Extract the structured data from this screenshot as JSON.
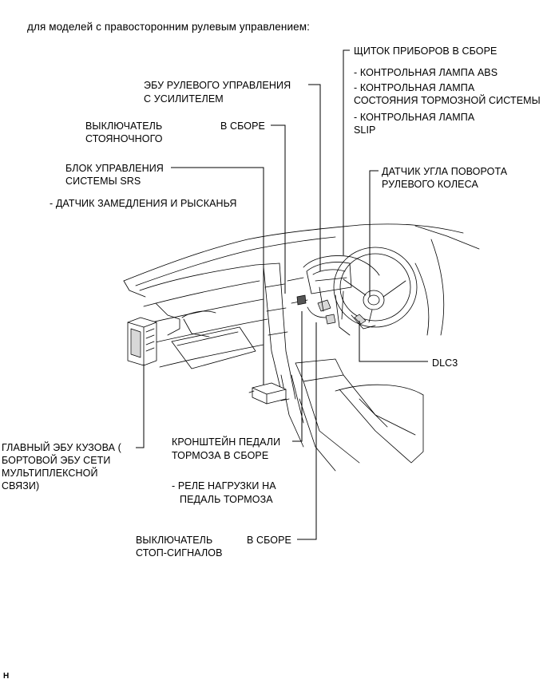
{
  "header": "для моделей с правосторонним рулевым управлением:",
  "labels": {
    "instrument_cluster": "ЩИТОК ПРИБОРОВ В СБОРЕ",
    "abs_lamp": "- КОНТРОЛЬНАЯ ЛАМПА ABS",
    "brake_lamp_1": "- КОНТРОЛЬНАЯ ЛАМПА",
    "brake_lamp_2": "СОСТОЯНИЯ ТОРМОЗНОЙ СИСТЕМЫ",
    "slip_lamp_1": "- КОНТРОЛЬНАЯ ЛАМПА",
    "slip_lamp_2": "SLIP",
    "power_steering_1": "ЭБУ РУЛЕВОГО УПРАВЛЕНИЯ",
    "power_steering_2": "С УСИЛИТЕЛЕМ",
    "parking_switch_1": "ВЫКЛЮЧАТЕЛЬ",
    "parking_switch_2": "СТОЯНОЧНОГО",
    "parking_switch_3": "В СБОРЕ",
    "steering_sensor_1": "ДАТЧИК УГЛА ПОВОРОТА",
    "steering_sensor_2": "РУЛЕВОГО КОЛЕСА",
    "srs_unit_1": "БЛОК УПРАВЛЕНИЯ",
    "srs_unit_2": "СИСТЕМЫ SRS",
    "yaw_sensor": "- ДАТЧИК ЗАМЕДЛЕНИЯ И РЫСКАНЬЯ",
    "dlc3": "DLC3",
    "body_ecu_1": "ГЛАВНЫЙ ЭБУ КУЗОВА (",
    "body_ecu_2": "БОРТОВОЙ ЭБУ СЕТИ",
    "body_ecu_3": "МУЛЬТИПЛЕКСНОЙ",
    "body_ecu_4": "СВЯЗИ)",
    "pedal_bracket_1": "КРОНШТЕЙН ПЕДАЛИ",
    "pedal_bracket_2": "ТОРМОЗА В СБОРЕ",
    "relay_1": "- РЕЛЕ НАГРУЗКИ НА",
    "relay_2": "ПЕДАЛЬ ТОРМОЗА",
    "stop_switch_1": "ВЫКЛЮЧАТЕЛЬ",
    "stop_switch_2": "СТОП-СИГНАЛОВ",
    "stop_switch_3": "В СБОРЕ"
  },
  "figure_code": "H"
}
